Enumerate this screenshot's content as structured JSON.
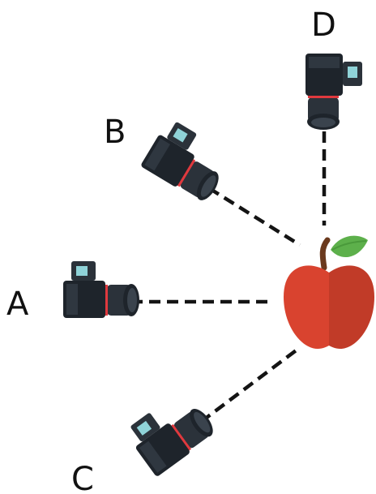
{
  "diagram": {
    "cameras": [
      {
        "id": "A",
        "label": "A",
        "icon": "camera-icon"
      },
      {
        "id": "B",
        "label": "B",
        "icon": "camera-icon"
      },
      {
        "id": "C",
        "label": "C",
        "icon": "camera-icon"
      },
      {
        "id": "D",
        "label": "D",
        "icon": "camera-icon"
      }
    ],
    "subject": {
      "icon": "apple-icon"
    },
    "colors": {
      "camera_body": "#2b323a",
      "camera_dark": "#1e242b",
      "lens_ring": "#e0393e",
      "viewfinder_screen": "#8fd3d8",
      "apple_left": "#d9432f",
      "apple_right": "#c13b28",
      "apple_leaf": "#5db04b",
      "apple_stem": "#6b3a1e",
      "sightline": "#141414"
    }
  }
}
